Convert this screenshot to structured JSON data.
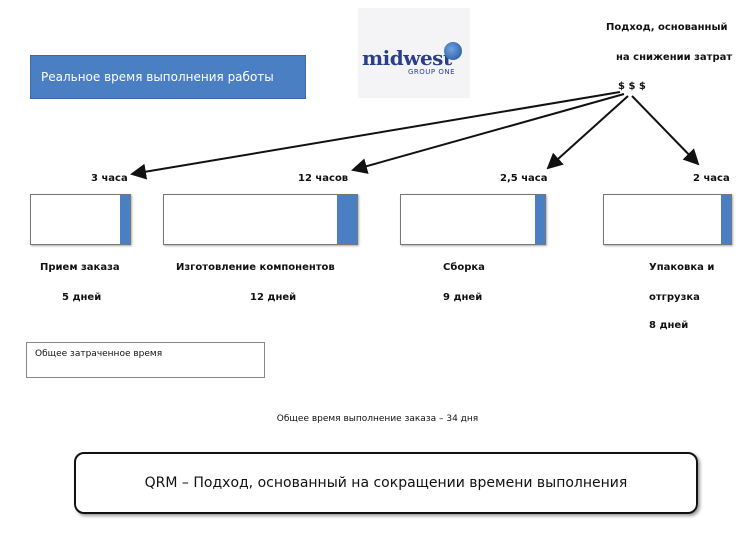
{
  "header": {
    "left_box_label": "Реальное время выполнения работы",
    "approach_line1": "Подход, основанный",
    "approach_line2": "на снижении затрат",
    "dollars": "$ $ $"
  },
  "logo": {
    "name": "midwest",
    "sub": "GROUP ONE"
  },
  "steps": [
    {
      "time": "3 часа",
      "name": "Прием заказа",
      "days": "5 дней"
    },
    {
      "time": "12 часов",
      "name": "Изготовление компонентов",
      "days": "12 дней"
    },
    {
      "time": "2,5 часа",
      "name": "Сборка",
      "days": "9 дней"
    },
    {
      "time": "2 часа",
      "name_line1": "Упаковка и",
      "name_line2": "отгрузка",
      "days": "8 дней"
    }
  ],
  "summary": {
    "box_label": "Общее затраченное время",
    "total_line": "Общее время выполнение заказа – 34 дня"
  },
  "footer": {
    "qrm_text": "QRM – Подход, основанный на сокращении времени выполнения"
  },
  "colors": {
    "accent": "#4a7fc4",
    "border": "#777777"
  }
}
